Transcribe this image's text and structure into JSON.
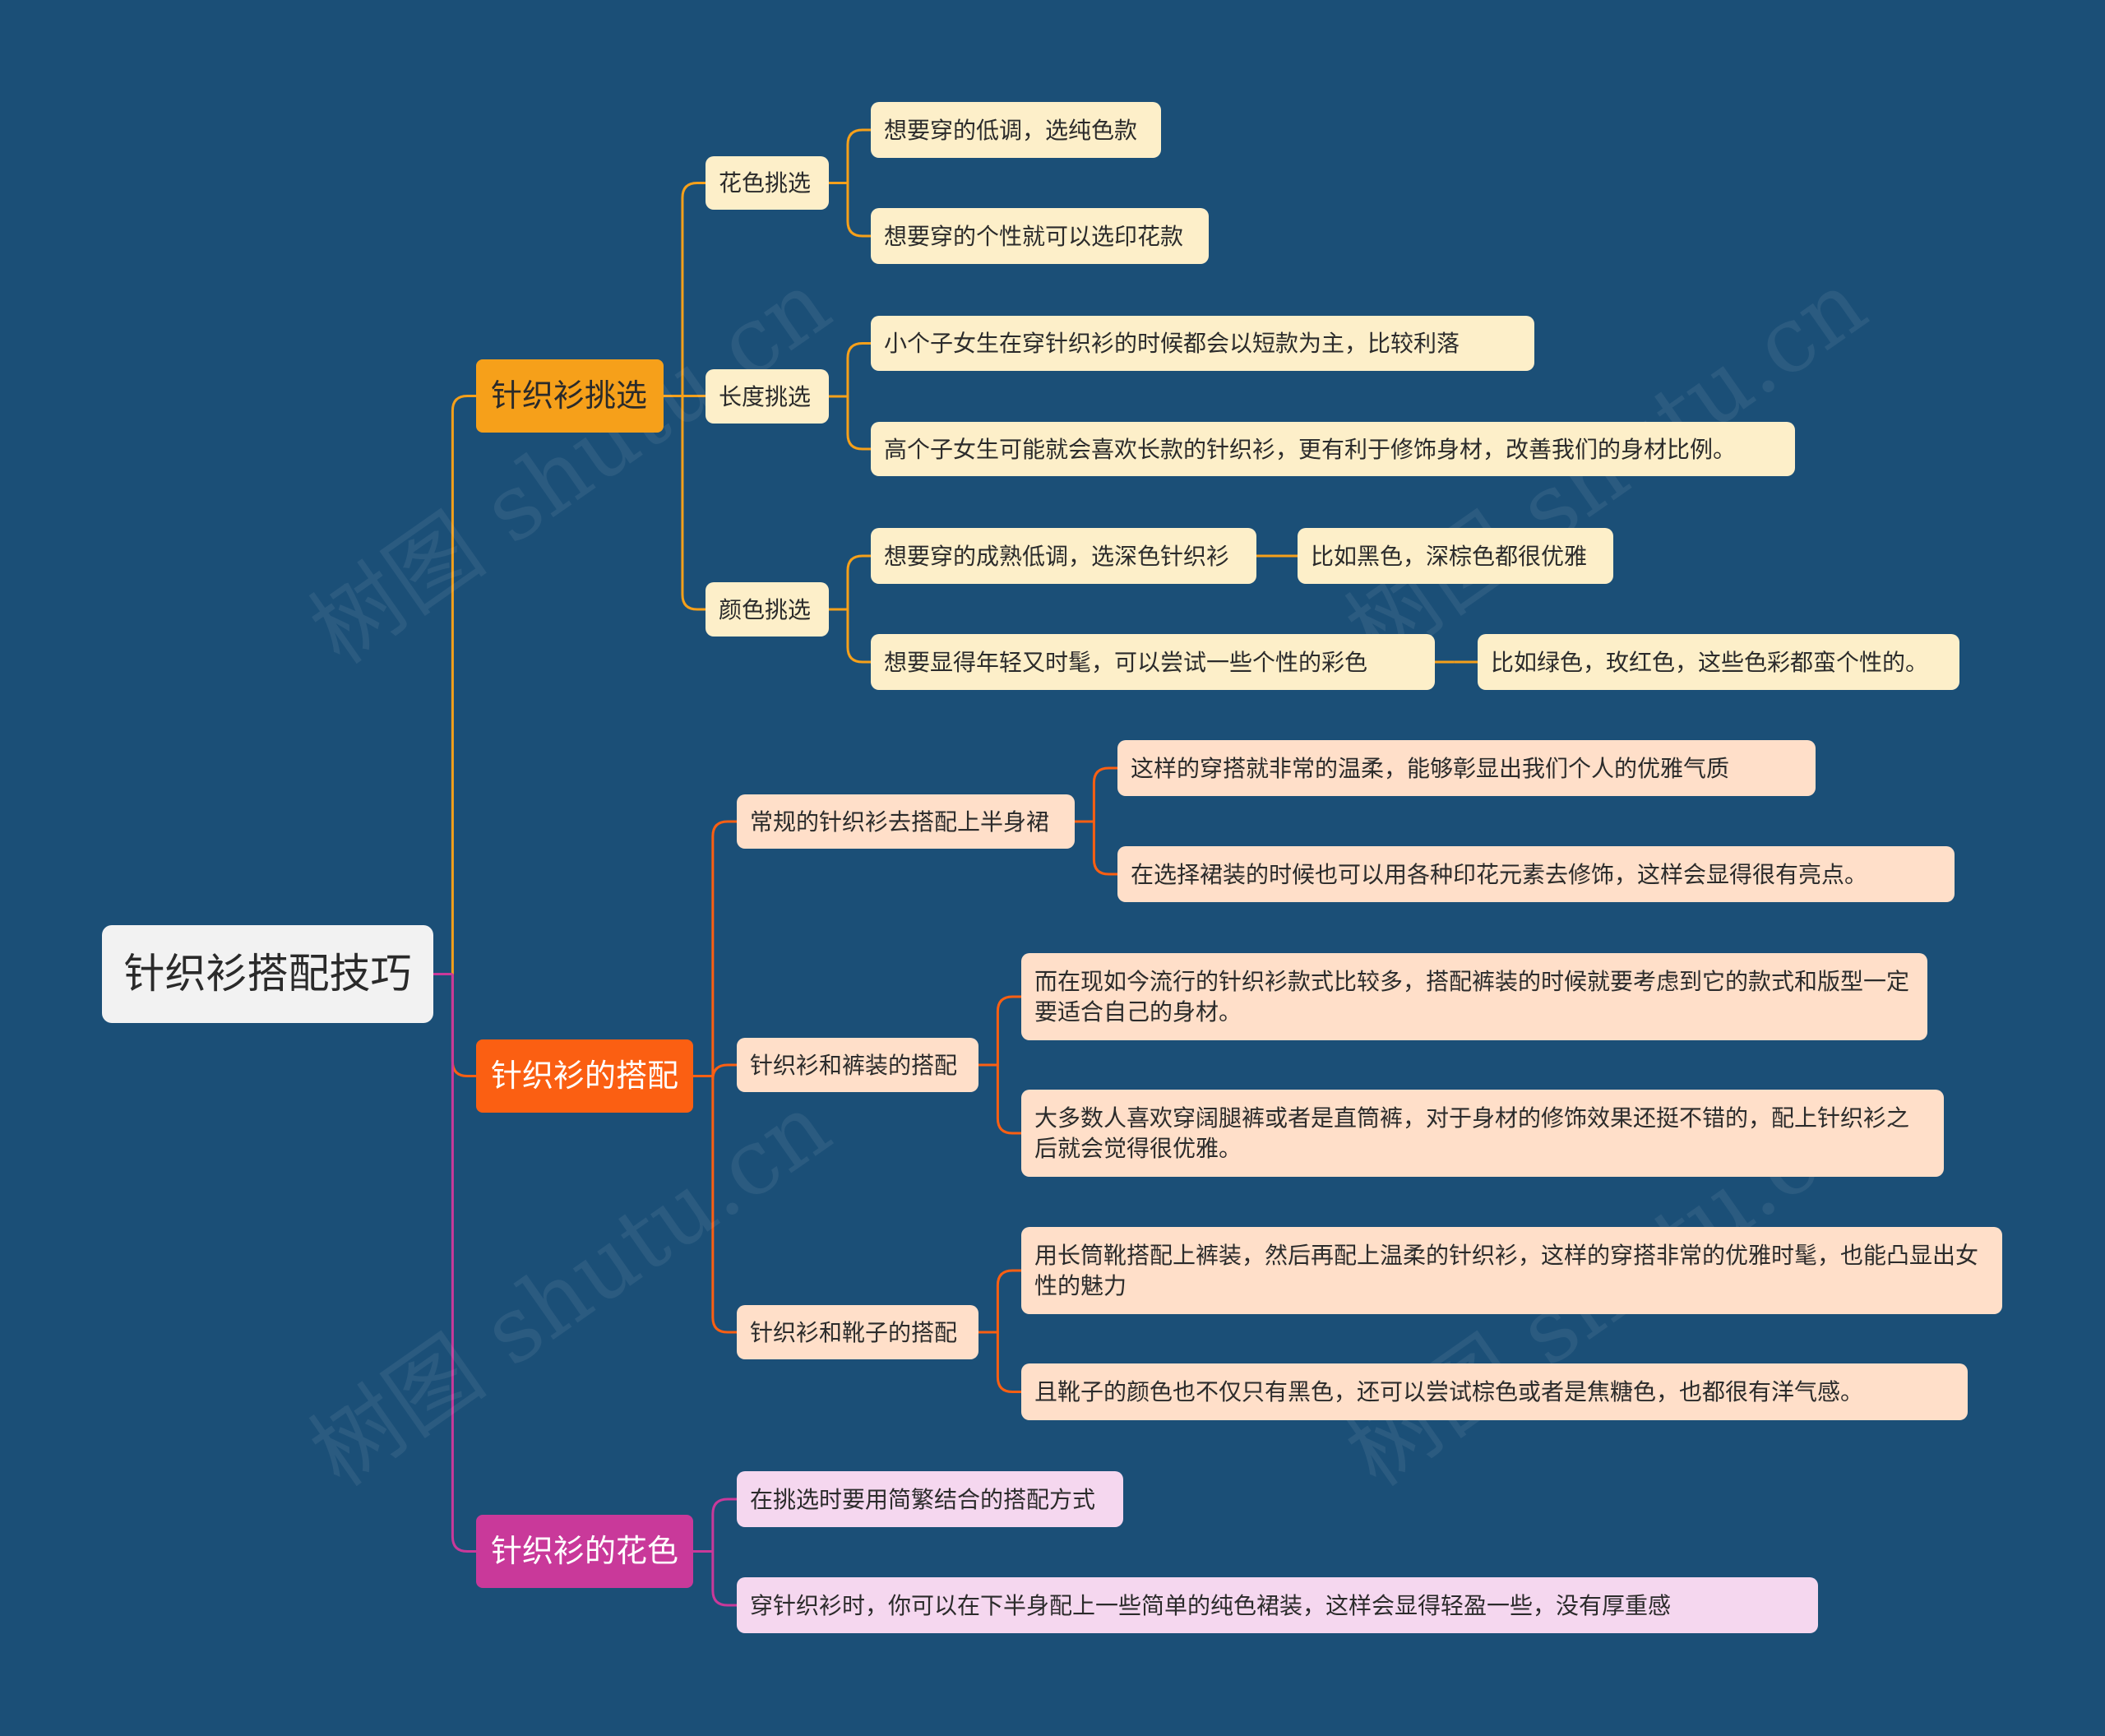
{
  "root": "针织衫搭配技巧",
  "colors": {
    "background": "#1b4f77",
    "branch_1": "#f6a01a",
    "branch_2": "#fb5f12",
    "branch_3": "#c9399a"
  },
  "branches": [
    {
      "label": "针织衫挑选",
      "children": [
        {
          "label": "花色挑选",
          "children": [
            {
              "label": "想要穿的低调，选纯色款"
            },
            {
              "label": "想要穿的个性就可以选印花款"
            }
          ]
        },
        {
          "label": "长度挑选",
          "children": [
            {
              "label": "小个子女生在穿针织衫的时候都会以短款为主，比较利落"
            },
            {
              "label": "高个子女生可能就会喜欢长款的针织衫，更有利于修饰身材，改善我们的身材比例。"
            }
          ]
        },
        {
          "label": "颜色挑选",
          "children": [
            {
              "label": "想要穿的成熟低调，选深色针织衫",
              "children": [
                {
                  "label": "比如黑色，深棕色都很优雅"
                }
              ]
            },
            {
              "label": "想要显得年轻又时髦，可以尝试一些个性的彩色",
              "children": [
                {
                  "label": "比如绿色，玫红色，这些色彩都蛮个性的。"
                }
              ]
            }
          ]
        }
      ]
    },
    {
      "label": "针织衫的搭配",
      "children": [
        {
          "label": "常规的针织衫去搭配上半身裙",
          "children": [
            {
              "label": "这样的穿搭就非常的温柔，能够彰显出我们个人的优雅气质"
            },
            {
              "label": "在选择裙装的时候也可以用各种印花元素去修饰，这样会显得很有亮点。"
            }
          ]
        },
        {
          "label": "针织衫和裤装的搭配",
          "children": [
            {
              "label": "而在现如今流行的针织衫款式比较多，搭配裤装的时候就要考虑到它的款式和版型一定要适合自己的身材。"
            },
            {
              "label": "大多数人喜欢穿阔腿裤或者是直筒裤，对于身材的修饰效果还挺不错的，配上针织衫之后就会觉得很优雅。"
            }
          ]
        },
        {
          "label": "针织衫和靴子的搭配",
          "children": [
            {
              "label": "用长筒靴搭配上裤装，然后再配上温柔的针织衫，这样的穿搭非常的优雅时髦，也能凸显出女性的魅力"
            },
            {
              "label": "且靴子的颜色也不仅只有黑色，还可以尝试棕色或者是焦糖色，也都很有洋气感。"
            }
          ]
        }
      ]
    },
    {
      "label": "针织衫的花色",
      "children": [
        {
          "label": "在挑选时要用简繁结合的搭配方式"
        },
        {
          "label": "穿针织衫时，你可以在下半身配上一些简单的纯色裙装，这样会显得轻盈一些，没有厚重感"
        }
      ]
    }
  ],
  "watermark": "树图 shutu.cn"
}
